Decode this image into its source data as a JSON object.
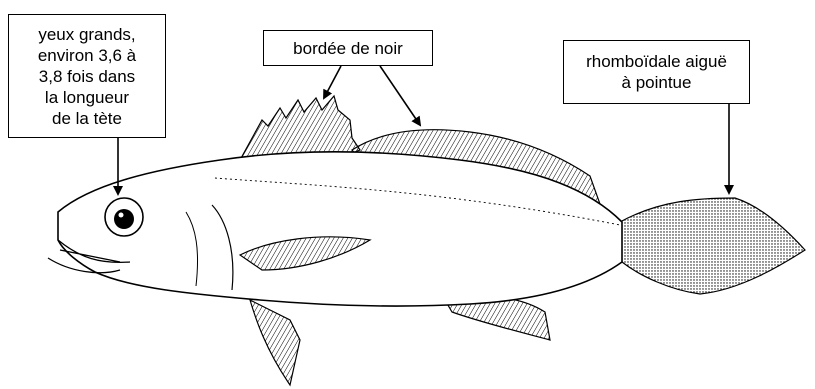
{
  "annotations": {
    "eyes": "yeux grands,\nenviron 3,6 à\n3,8 fois dans\nla longueur\nde la tète",
    "dorsal_fin": "bordée de noir",
    "tail": "rhomboïdale aiguë\nà pointue"
  },
  "colors": {
    "ink": "#000000",
    "background": "#ffffff"
  }
}
